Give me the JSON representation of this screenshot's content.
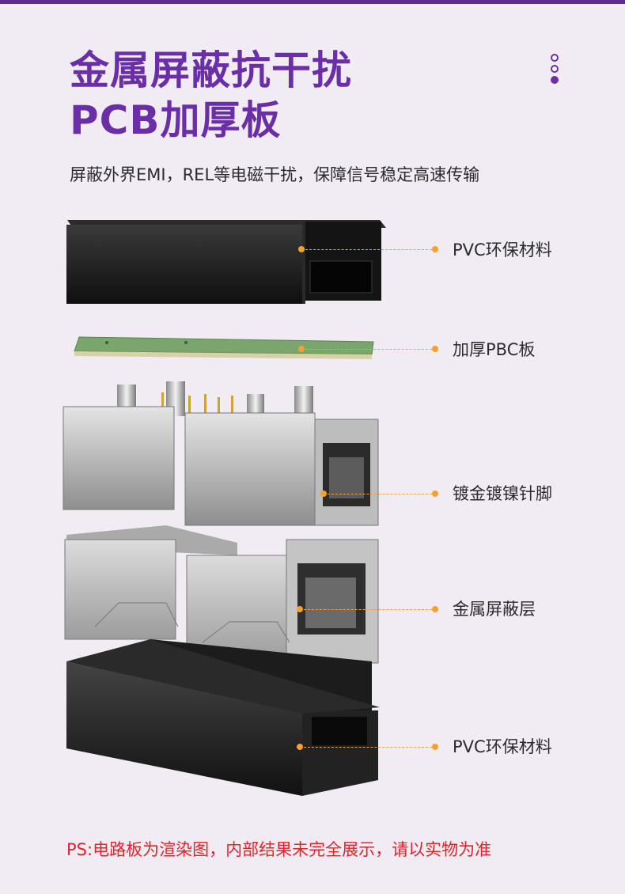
{
  "header": {
    "title_line1": "金属屏蔽抗干扰",
    "title_line2": "PCB加厚板",
    "subtitle": "屏蔽外界EMI，REL等电磁干扰，保障信号稳定高速传输"
  },
  "labels": {
    "top_cover": "PVC环保材料",
    "pcb": "加厚PBC板",
    "pins": "镀金镀镍针脚",
    "shield": "金属屏蔽层",
    "bottom_cover": "PVC环保材料"
  },
  "footnote": "PS:电路板为渲染图，内部结果未完全展示，请以实物为准",
  "colors": {
    "title": "#6a2fa6",
    "leader": "#f0a040",
    "footnote": "#e0242b",
    "pcb_green": "#7aa66e",
    "plastic": "#1a1a1a"
  }
}
